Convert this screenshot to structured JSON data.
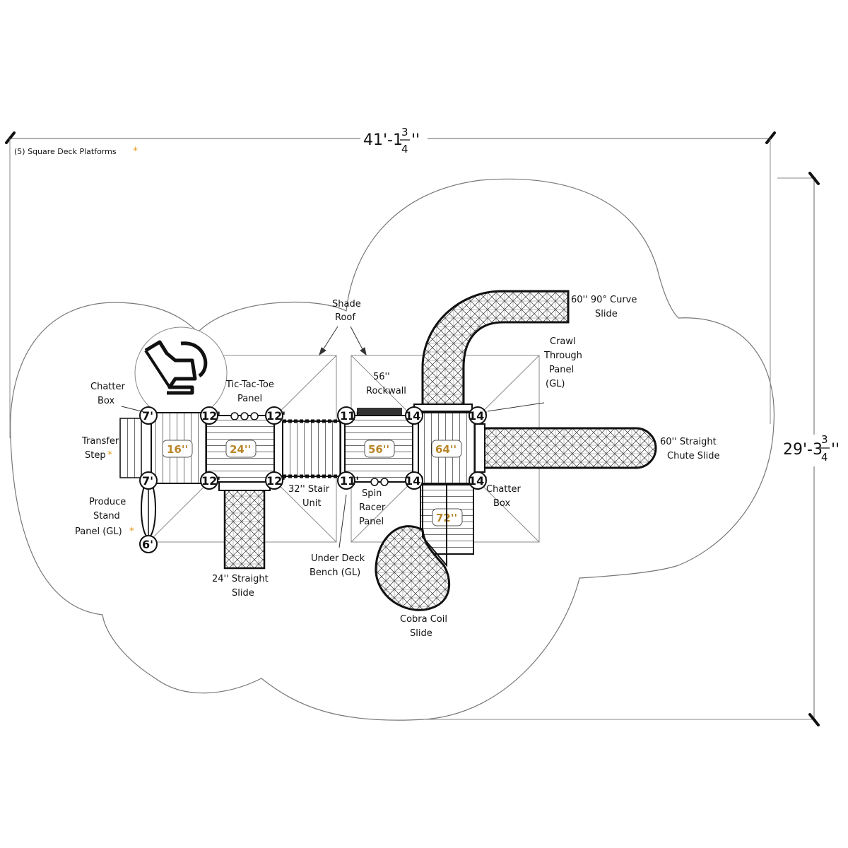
{
  "header": {
    "platform_note": "(5) Square Deck Platforms",
    "asterisk": "*"
  },
  "dimensions": {
    "width": "41'-1 3/4\"",
    "width_main": "41'-1",
    "width_num": "3",
    "width_den": "4",
    "height": "29'-3 3/4\"",
    "height_main": "29'-3",
    "height_num": "3",
    "height_den": "4",
    "inch_mark": "''"
  },
  "decks": [
    {
      "height": "16''"
    },
    {
      "height": "24''"
    },
    {
      "height": "56''"
    },
    {
      "height": "64''"
    },
    {
      "height": "72''"
    }
  ],
  "posts": [
    "7'",
    "7'",
    "12'",
    "12'",
    "12'",
    "12'",
    "11'",
    "11'",
    "14'",
    "14'",
    "14'",
    "14'",
    "6'"
  ],
  "labels": {
    "shade_roof": [
      "Shade",
      "Roof"
    ],
    "curve_slide": [
      "60'' 90° Curve",
      "Slide"
    ],
    "crawl_panel": [
      "Crawl",
      "Through",
      "Panel",
      "(GL)"
    ],
    "rockwall": [
      "56''",
      "Rockwall"
    ],
    "tic_tac_toe": [
      "Tic-Tac-Toe",
      "Panel"
    ],
    "chatter_box_left": [
      "Chatter",
      "Box"
    ],
    "transfer_step": [
      "Transfer",
      "Step"
    ],
    "produce_panel": [
      "Produce",
      "Stand",
      "Panel (GL)"
    ],
    "straight_chute": [
      "60'' Straight",
      "Chute Slide"
    ],
    "chatter_box_right": [
      "Chatter",
      "Box"
    ],
    "stair_unit": [
      "32'' Stair",
      "Unit"
    ],
    "spin_racer": [
      "Spin",
      "Racer",
      "Panel"
    ],
    "straight_slide_24": [
      "24'' Straight",
      "Slide"
    ],
    "under_deck_bench": [
      "Under Deck",
      "Bench (GL)"
    ],
    "cobra_coil": [
      "Cobra Coil",
      "Slide"
    ]
  },
  "icons": {
    "accessibility": "wheelchair-icon"
  },
  "colors": {
    "ink": "#111111",
    "deck_height": "#b8862a",
    "asterisk": "#e0a020"
  }
}
